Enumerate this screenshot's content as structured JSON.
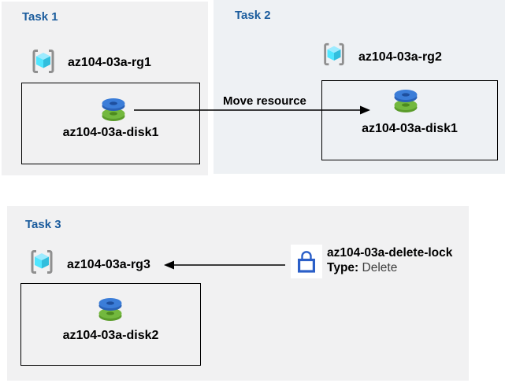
{
  "diagram": {
    "panels": [
      {
        "title": "Task 1",
        "rg_name": "az104-03a-rg1",
        "disk_name": "az104-03a-disk1"
      },
      {
        "title": "Task 2",
        "rg_name": "az104-03a-rg2",
        "disk_name": "az104-03a-disk1"
      },
      {
        "title": "Task 3",
        "rg_name": "az104-03a-rg3",
        "disk_name": "az104-03a-disk2"
      }
    ],
    "move_arrow_label": "Move resource",
    "lock": {
      "name": "az104-03a-delete-lock",
      "type_label": "Type:",
      "type_value": "Delete"
    },
    "icons": {
      "resource_group": "resource-group-icon",
      "disk": "disk-icon",
      "lock": "lock-icon"
    }
  },
  "colors": {
    "title_blue": "#1b5c9d",
    "panel_gray": "#f1f1f2",
    "panel_blue": "#eef1f4",
    "box_border": "#000000",
    "arrow_black": "#000000",
    "text_black": "#000000",
    "cube_top": "#9cebff",
    "cube_left": "#50e6ff",
    "cube_right": "#32bedd",
    "bracket_gray": "#8f8f8f",
    "disk_blue_top": "#3b7dd8",
    "disk_green_top": "#73b83e",
    "lock_blue": "#2b5fc8"
  }
}
